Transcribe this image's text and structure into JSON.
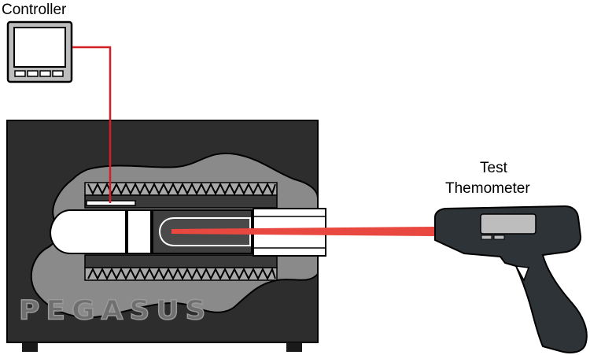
{
  "labels": {
    "controller": "Controller",
    "test_line1": "Test",
    "test_line2": "Themometer",
    "brand": "PEGASUS"
  },
  "colors": {
    "housing": "#2d2d2d",
    "cavity": "#8a8a8a",
    "wire": "#d11f26",
    "beam": "#e8483f",
    "thermometer_body": "#2e3338",
    "outline": "#000000"
  },
  "icons": {
    "controller": "controller-panel-icon",
    "thermometer": "ir-thermometer-icon",
    "heater": "heating-coil-icon"
  }
}
